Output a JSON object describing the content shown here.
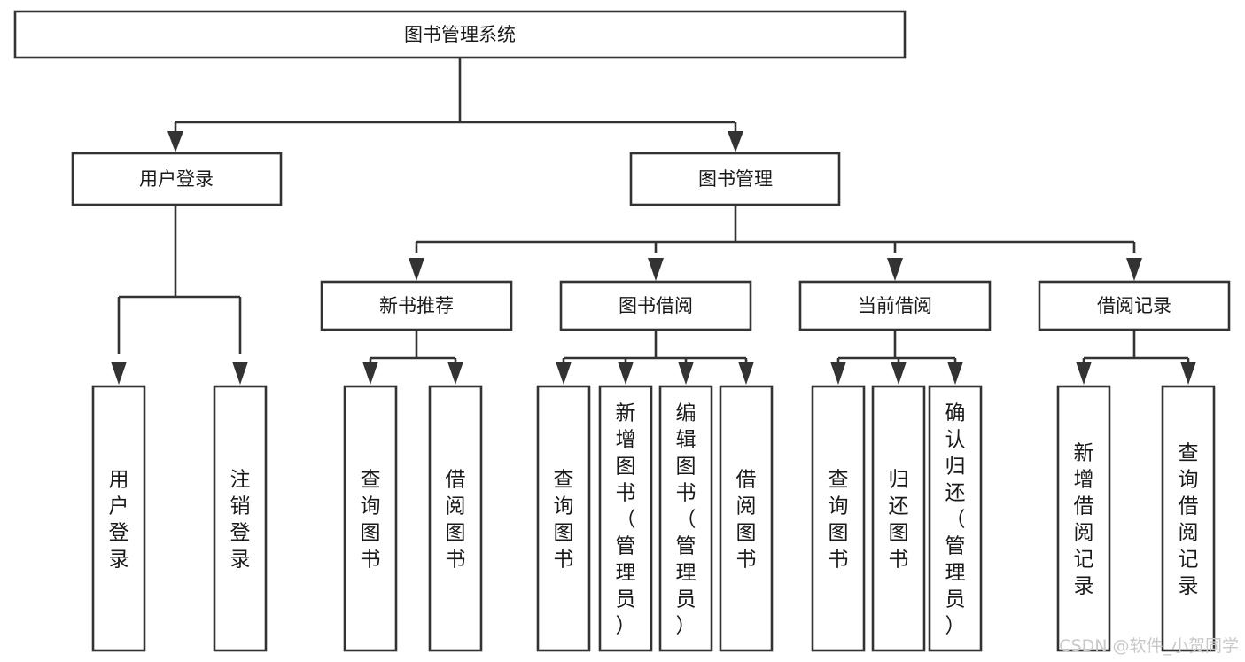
{
  "diagram": {
    "type": "tree",
    "title": "图书管理系统",
    "orientation": "top-down",
    "root": {
      "id": "root",
      "label": "图书管理系统"
    },
    "level1": [
      {
        "id": "user-login",
        "label": "用户登录"
      },
      {
        "id": "book-manage",
        "label": "图书管理"
      }
    ],
    "level2": [
      {
        "id": "new-book-recommend",
        "label": "新书推荐",
        "parent": "book-manage"
      },
      {
        "id": "book-borrow",
        "label": "图书借阅",
        "parent": "book-manage"
      },
      {
        "id": "current-borrow",
        "label": "当前借阅",
        "parent": "book-manage"
      },
      {
        "id": "borrow-record",
        "label": "借阅记录",
        "parent": "book-manage"
      }
    ],
    "leaves": [
      {
        "id": "leaf-user-login",
        "label": "用户登录",
        "parent": "user-login"
      },
      {
        "id": "leaf-user-logout",
        "label": "注销登录",
        "parent": "user-login"
      },
      {
        "id": "leaf-query-book-1",
        "label": "查询图书",
        "parent": "new-book-recommend"
      },
      {
        "id": "leaf-borrow-book-1",
        "label": "借阅图书",
        "parent": "new-book-recommend"
      },
      {
        "id": "leaf-query-book-2",
        "label": "查询图书",
        "parent": "book-borrow"
      },
      {
        "id": "leaf-add-book",
        "label": "新增图书（管理员）",
        "parent": "book-borrow"
      },
      {
        "id": "leaf-edit-book",
        "label": "编辑图书（管理员）",
        "parent": "book-borrow"
      },
      {
        "id": "leaf-borrow-book-2",
        "label": "借阅图书",
        "parent": "book-borrow"
      },
      {
        "id": "leaf-query-book-3",
        "label": "查询图书",
        "parent": "current-borrow"
      },
      {
        "id": "leaf-return-book",
        "label": "归还图书",
        "parent": "current-borrow"
      },
      {
        "id": "leaf-confirm-return",
        "label": "确认归还（管理员）",
        "parent": "current-borrow"
      },
      {
        "id": "leaf-add-record",
        "label": "新增借阅记录",
        "parent": "borrow-record"
      },
      {
        "id": "leaf-query-record",
        "label": "查询借阅记录",
        "parent": "borrow-record"
      }
    ]
  },
  "watermark": {
    "text": "CSDN @软件_小贺同学"
  },
  "colors": {
    "stroke": "#333333",
    "fill": "#ffffff",
    "text": "#1a1a1a",
    "watermark": "#c9c9c9"
  }
}
